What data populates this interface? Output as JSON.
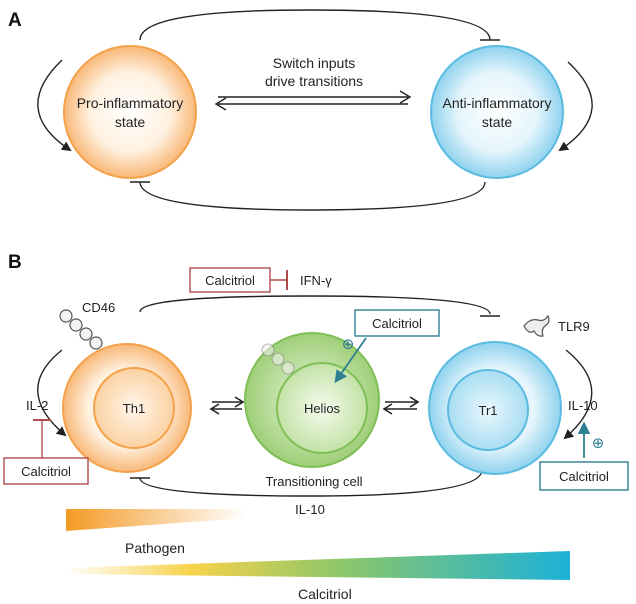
{
  "panels": {
    "a": {
      "letter": "A",
      "pro_state_line1": "Pro-inflammatory",
      "pro_state_line2": "state",
      "anti_state_line1": "Anti-inflammatory",
      "anti_state_line2": "state",
      "switch_line1": "Switch inputs",
      "switch_line2": "drive transitions"
    },
    "b": {
      "letter": "B",
      "calcitriol_top": "Calcitriol",
      "ifn_gamma": "IFN-γ",
      "cd46": "CD46",
      "tlr9": "TLR9",
      "calcitriol_helios": "Calcitriol",
      "plus_helios": "⊕",
      "th1": "Th1",
      "helios": "Helios",
      "tr1": "Tr1",
      "il2": "IL-2",
      "il10_right": "IL-10",
      "plus_tr1": "⊕",
      "calcitriol_left": "Calcitriol",
      "calcitriol_right": "Calcitriol",
      "transitioning_cell": "Transitioning cell",
      "il10_bottom": "IL-10",
      "pathogen": "Pathogen",
      "calcitriol_gradient": "Calcitriol"
    }
  },
  "colors": {
    "orange": "#f4a24a",
    "orange_light": "#fde4c6",
    "blue": "#5bbbe0",
    "blue_light": "#d6eff9",
    "green": "#7fbf55",
    "green_light": "#d8ecc6",
    "red_box": "#b04a4a",
    "teal_box": "#2f7f92"
  }
}
